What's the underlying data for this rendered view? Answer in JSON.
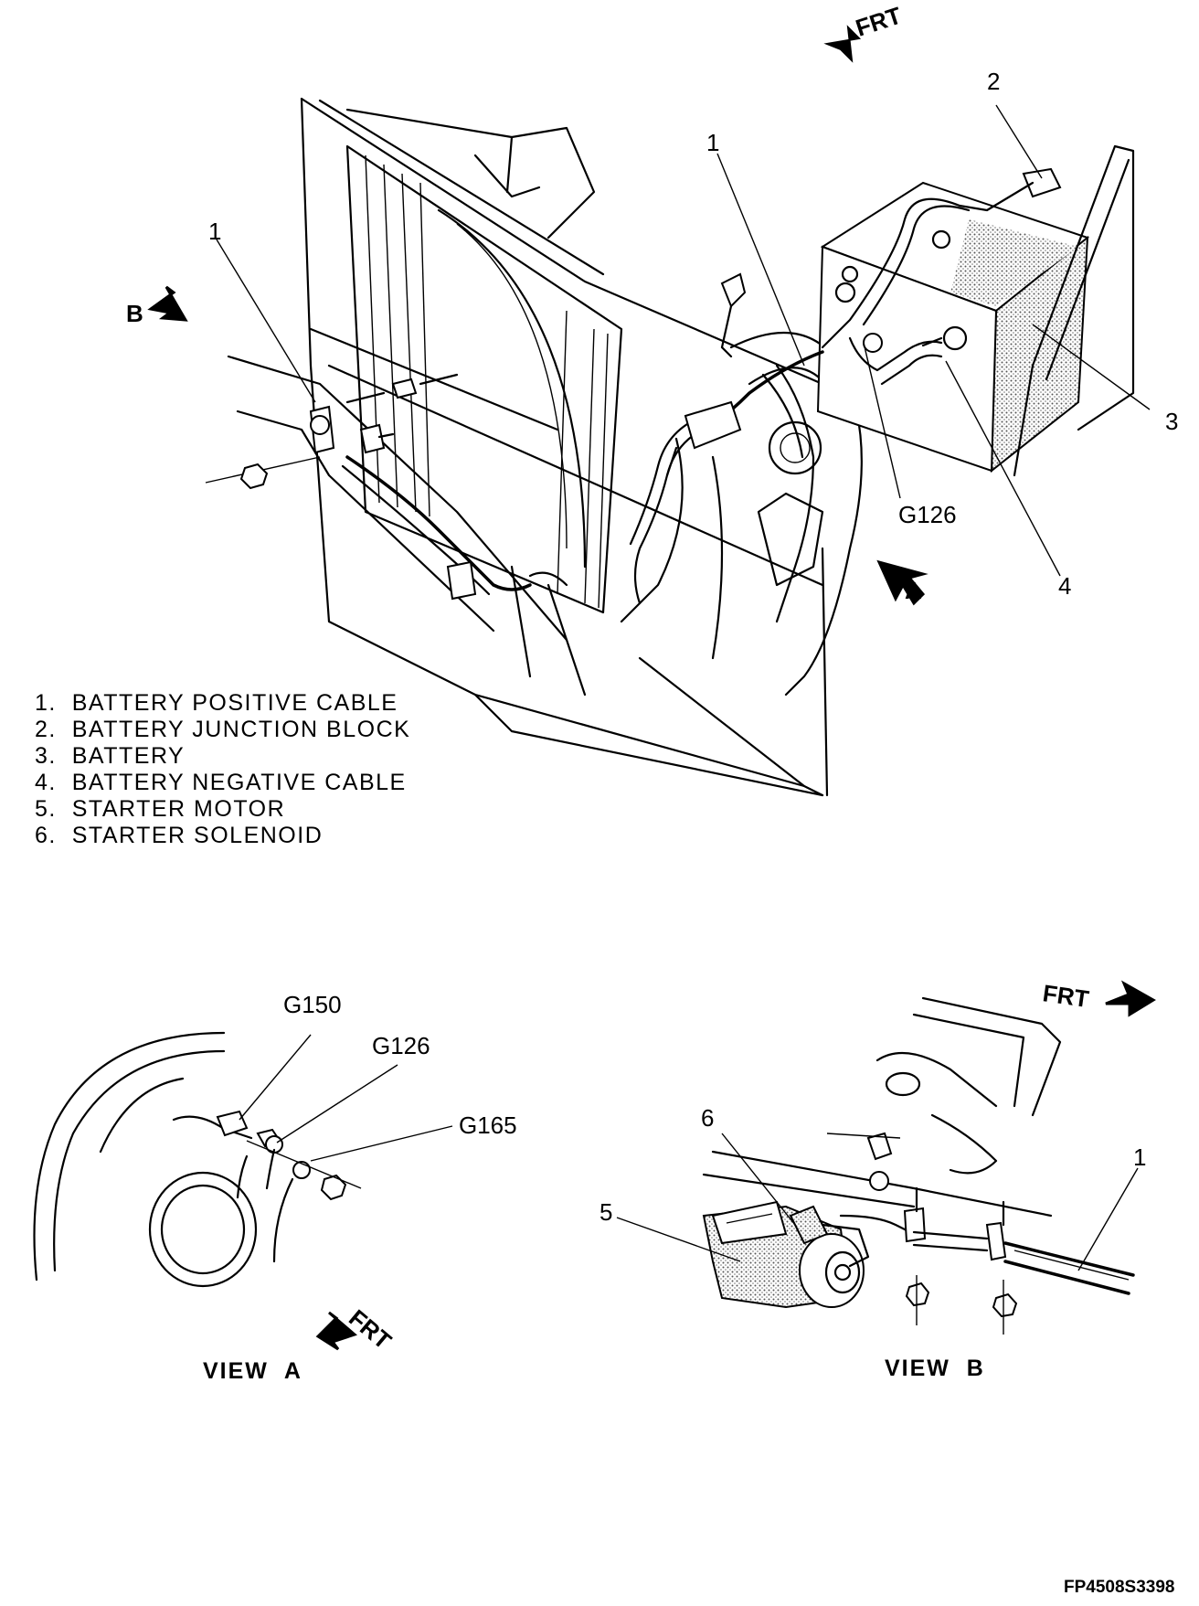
{
  "callouts": {
    "c1a": "1",
    "c1b": "1",
    "c2": "2",
    "c3": "3",
    "c4": "4",
    "g126_main": "G126",
    "view_a_marker": "A",
    "view_b_marker": "B",
    "frt_top": "FRT"
  },
  "legend": [
    "1.  BATTERY POSITIVE CABLE",
    "2.  BATTERY JUNCTION BLOCK",
    "3.  BATTERY",
    "4.  BATTERY NEGATIVE CABLE",
    "5.  STARTER MOTOR",
    "6.  STARTER SOLENOID"
  ],
  "view_a": {
    "title": "VIEW  A",
    "g150": "G150",
    "g126": "G126",
    "g165": "G165",
    "frt": "FRT"
  },
  "view_b": {
    "title": "VIEW  B",
    "c6": "6",
    "c5": "5",
    "c1": "1",
    "frt": "FRT"
  },
  "figure_code": "FP4508S3398"
}
